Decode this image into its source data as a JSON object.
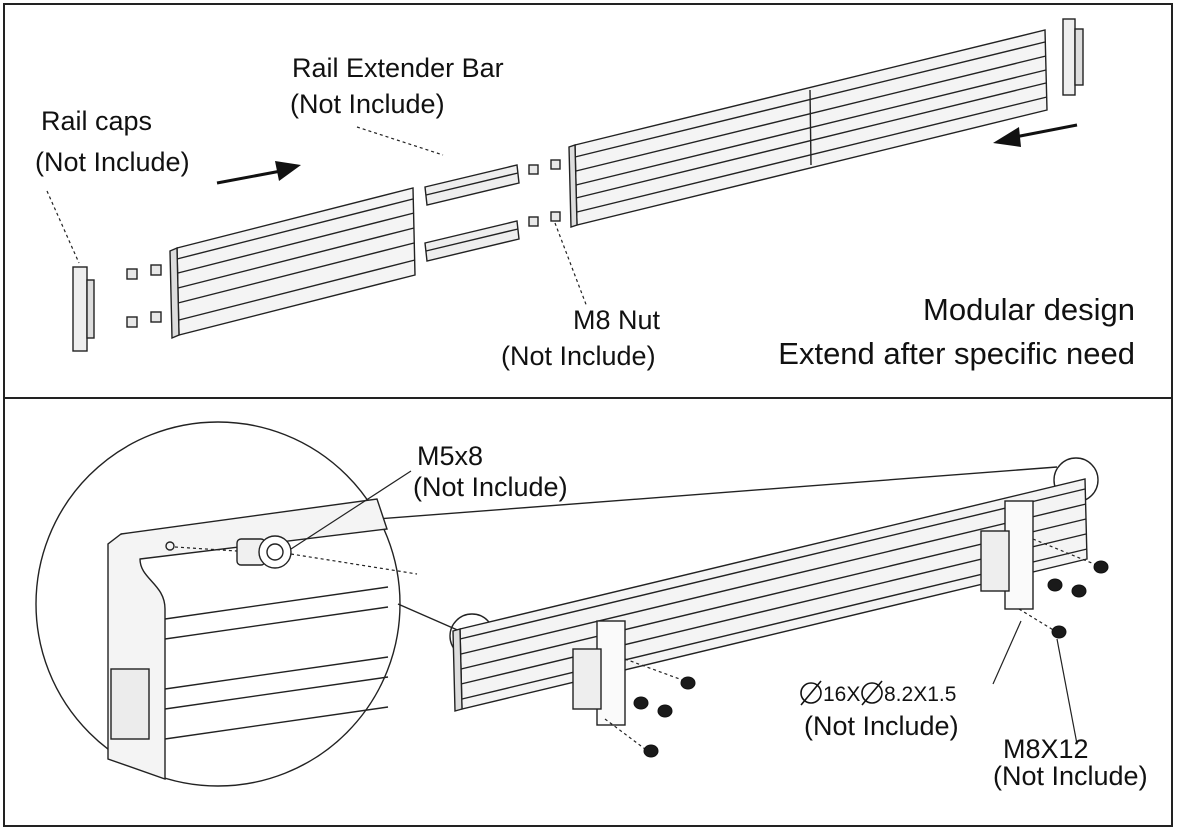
{
  "top_panel": {
    "rail_extender_bar": "Rail Extender Bar",
    "rail_extender_note": "(Not Include)",
    "rail_caps": "Rail caps",
    "rail_caps_note": "(Not Include)",
    "m8_nut": "M8 Nut",
    "m8_nut_note": "(Not Include)",
    "tagline_line1": "Modular design",
    "tagline_line2": "Extend after specific need"
  },
  "bottom_panel": {
    "m5x8": "M5x8",
    "m5x8_note": "(Not Include)",
    "washer_spec_part1": "16X",
    "washer_spec_part2": "8.2X1.5",
    "washer_note": "(Not Include)",
    "m8x12": "M8X12",
    "m8x12_note": "(Not Include)"
  },
  "colors": {
    "line": "#222222",
    "rail_fill": "#f2f2f2",
    "screw_fill": "#1a1a1a"
  }
}
